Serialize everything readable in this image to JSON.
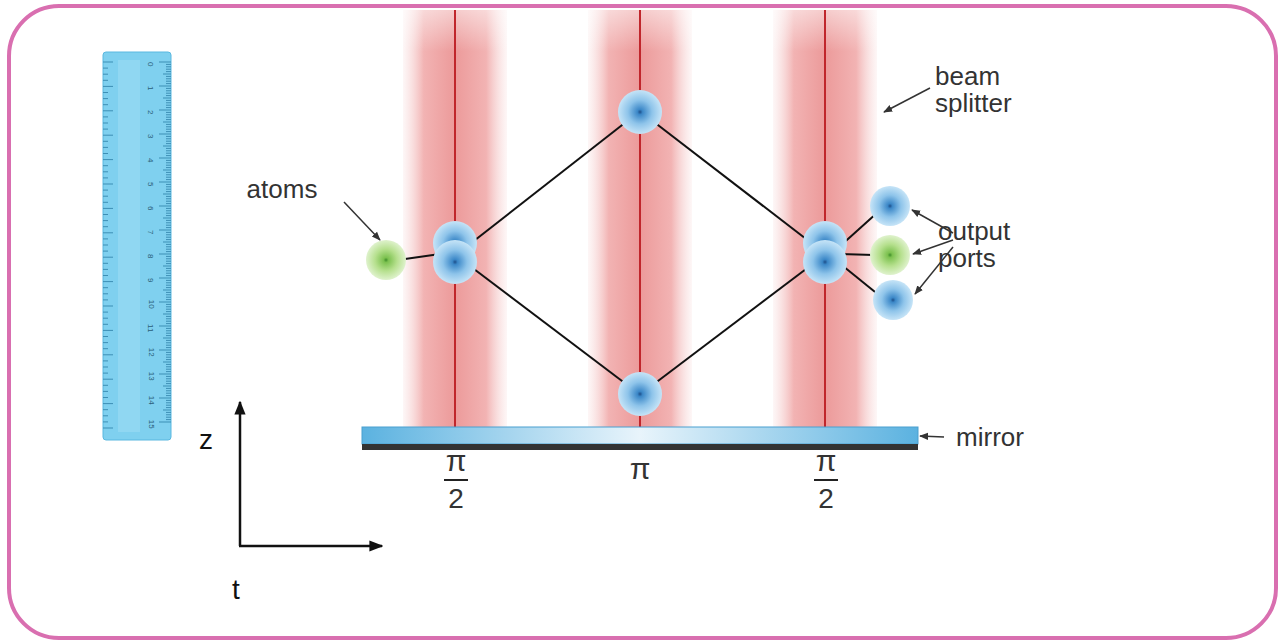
{
  "diagram": {
    "labels": [
      "beam splitter",
      "atoms",
      "output ports",
      "mirror",
      "π",
      "2",
      "π",
      "π",
      "2",
      "z",
      "t",
      "0",
      "1",
      "2",
      "3",
      "4",
      "5",
      "6",
      "7",
      "8",
      "9",
      "10",
      "11",
      "12",
      "13",
      "14",
      "15"
    ]
  }
}
